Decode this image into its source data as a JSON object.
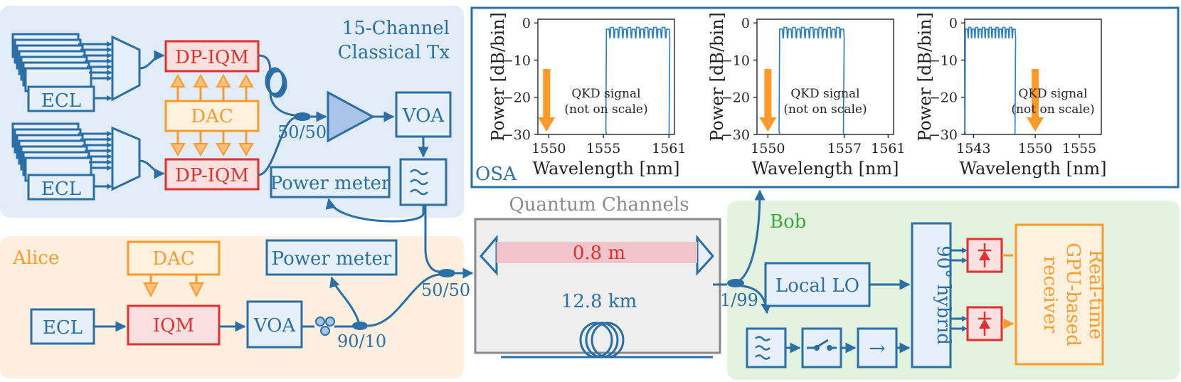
{
  "tx": {
    "title_line1": "15-Channel",
    "title_line2": "Classical Tx"
  },
  "alice": {
    "title": "Alice"
  },
  "bob": {
    "title": "Bob"
  },
  "quantum": {
    "title": "Quantum Channels",
    "free_space": "0.8 m",
    "fiber": "12.8 km"
  },
  "osa": {
    "label": "OSA"
  },
  "labels": {
    "ecl": "ECL",
    "dp_iqm": "DP-IQM",
    "dac": "DAC",
    "iqm": "IQM",
    "voa": "VOA",
    "power_meter": "Power meter",
    "split_50_50": "50/50",
    "split_90_10": "90/10",
    "split_1_99": "1/99",
    "local_lo": "Local LO",
    "hybrid": "90° hybrid",
    "receiver_line1": "Real-time",
    "receiver_line2": "GPU-based",
    "receiver_line3": "receiver",
    "arrow_glyph": "→"
  },
  "spectra": {
    "ylabel": "Power [dB/bin]",
    "xlabel": "Wavelength [nm]",
    "yticks": [
      "0",
      "−10",
      "−20",
      "−30"
    ],
    "annotation_line1": "QKD signal",
    "annotation_line2": "(not on scale)",
    "colors": {
      "spectrum": "#2a7fc0",
      "qkd_arrow": "#ff9a2a"
    }
  },
  "chart_data": [
    {
      "type": "line",
      "xlabel": "Wavelength [nm]",
      "ylabel": "Power [dB/bin]",
      "xlim": [
        1549,
        1561.5
      ],
      "ylim": [
        -30,
        1
      ],
      "xticks": [
        "1550",
        "1555",
        "1561"
      ],
      "xtick_values": [
        1550,
        1555,
        1561
      ],
      "channels": {
        "count": 15,
        "start_nm": 1555.4,
        "end_nm": 1560.9,
        "level_db": -1.5
      },
      "qkd_marker_nm": 1549.8
    },
    {
      "type": "line",
      "xlabel": "Wavelength [nm]",
      "ylabel": "Power [dB/bin]",
      "xlim": [
        1549,
        1561.5
      ],
      "ylim": [
        -30,
        1
      ],
      "xticks": [
        "1550",
        "1557",
        "1561"
      ],
      "xtick_values": [
        1550,
        1557,
        1561
      ],
      "channels": {
        "count": 15,
        "start_nm": 1551.2,
        "end_nm": 1556.8,
        "level_db": -1.5
      },
      "qkd_marker_nm": 1550
    },
    {
      "type": "line",
      "xlabel": "Wavelength [nm]",
      "ylabel": "Power [dB/bin]",
      "xlim": [
        1542,
        1557.5
      ],
      "ylim": [
        -30,
        1
      ],
      "xticks": [
        "1543",
        "1550",
        "1555"
      ],
      "xtick_values": [
        1543,
        1550,
        1555
      ],
      "channels": {
        "count": 15,
        "start_nm": 1542.2,
        "end_nm": 1547.6,
        "level_db": -1.5
      },
      "qkd_marker_nm": 1550
    }
  ]
}
